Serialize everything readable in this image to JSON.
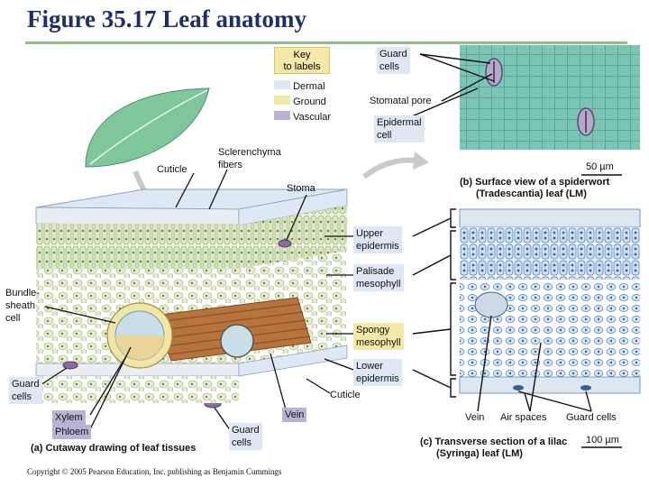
{
  "title": "Figure 35.17 Leaf anatomy",
  "key": {
    "heading_line1": "Key",
    "heading_line2": "to labels",
    "items": [
      {
        "label": "Dermal",
        "color": "#dde8f4"
      },
      {
        "label": "Ground",
        "color": "#f2e9a8"
      },
      {
        "label": "Vascular",
        "color": "#b9b4d6"
      }
    ]
  },
  "surface_view": {
    "labels": {
      "guard_cells_line1": "Guard",
      "guard_cells_line2": "cells",
      "stomatal_pore": "Stomatal pore",
      "epidermal_cell_line1": "Epidermal",
      "epidermal_cell_line2": "cell",
      "scale": "50 µm"
    },
    "caption_line1": "(b) Surface view of a spiderwort",
    "caption_line2": "(Tradescantia) leaf (LM)"
  },
  "cutaway": {
    "labels": {
      "cuticle_top": "Cuticle",
      "sclerenchyma_line1": "Sclerenchyma",
      "sclerenchyma_line2": "fibers",
      "stoma": "Stoma",
      "upper_epidermis_line1": "Upper",
      "upper_epidermis_line2": "epidermis",
      "palisade_line1": "Palisade",
      "palisade_line2": "mesophyll",
      "bundle_sheath_line1": "Bundle-",
      "bundle_sheath_line2": "sheath",
      "bundle_sheath_line3": "cell",
      "spongy_line1": "Spongy",
      "spongy_line2": "mesophyll",
      "lower_epidermis_line1": "Lower",
      "lower_epidermis_line2": "epidermis",
      "guard_cells_line1": "Guard",
      "guard_cells_line2": "cells",
      "cuticle_bottom": "Cuticle",
      "xylem": "Xylem",
      "phloem": "Phloem",
      "vein": "Vein",
      "guard_cells_b_line1": "Guard",
      "guard_cells_b_line2": "cells"
    },
    "caption": "(a) Cutaway drawing of leaf tissues"
  },
  "transverse": {
    "labels": {
      "vein": "Vein",
      "air_spaces": "Air spaces",
      "guard_cells": "Guard cells",
      "scale": "100 µm"
    },
    "caption_line1": "(c) Transverse section of a lilac",
    "caption_line2": "(Syringa) leaf (LM)"
  },
  "copyright": "Copyright © 2005 Pearson Education, Inc. publishing as Benjamin Cummings"
}
